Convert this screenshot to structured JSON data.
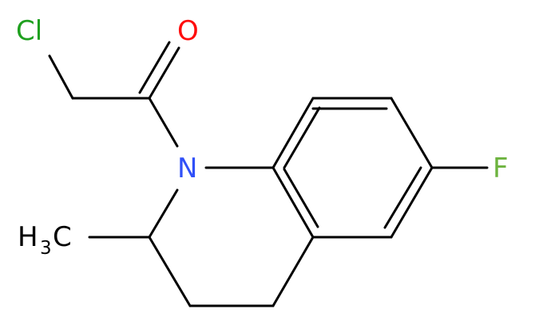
{
  "atoms": {
    "cl": {
      "label": "Cl",
      "color": "#1fa01f"
    },
    "o": {
      "label": "O",
      "color": "#ff0d0d"
    },
    "n": {
      "label": "N",
      "color": "#3050f8"
    },
    "f": {
      "label": "F",
      "color": "#6db33f"
    },
    "ch3": {
      "label_main": "H",
      "label_sub": "3",
      "label_tail": "C",
      "color": "#000000"
    }
  },
  "bond_color": "#000000"
}
